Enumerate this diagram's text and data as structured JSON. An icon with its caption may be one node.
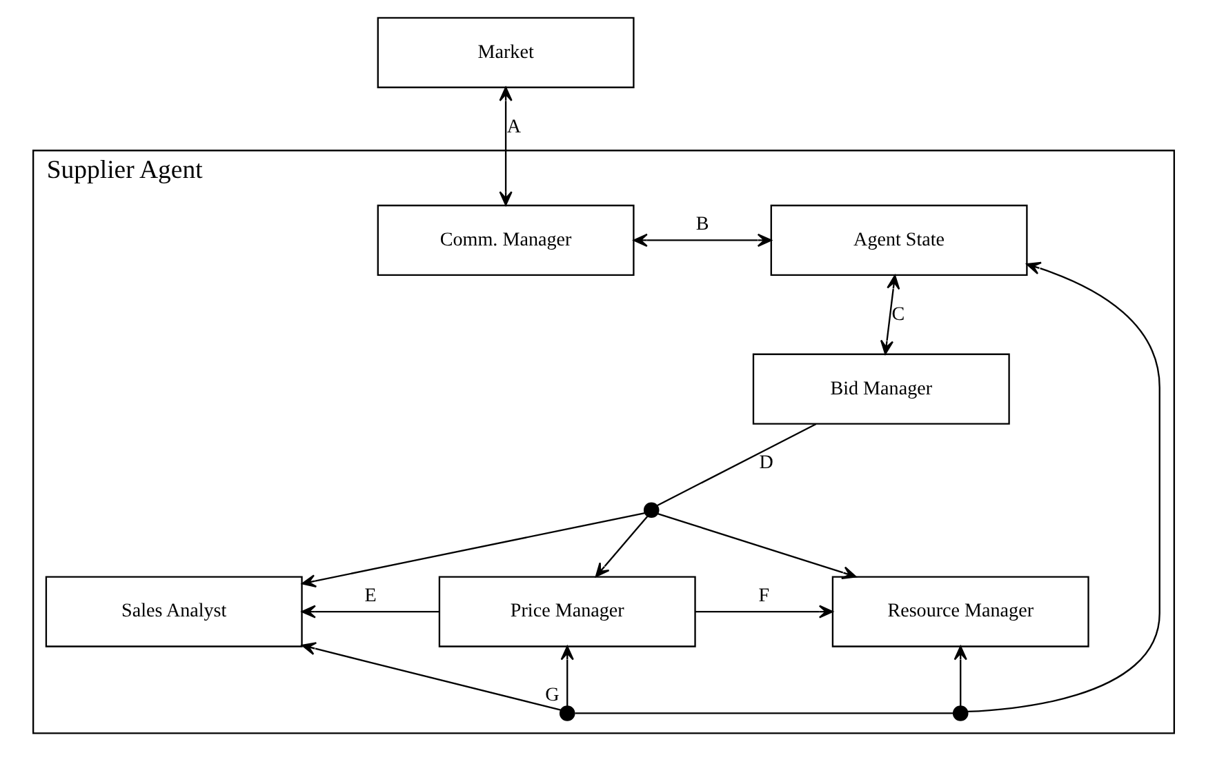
{
  "diagram": {
    "nodes": [
      {
        "text": [
          "Market"
        ]
      },
      {
        "text": [
          "Supplier Agent"
        ]
      },
      {
        "text": [
          "Comm. Manager"
        ],
        "in": 1
      },
      {
        "text": [
          "Agent State"
        ],
        "in": 1
      },
      {
        "text": [
          "Bid Manager"
        ],
        "in": 1
      },
      {
        "text": [
          "Sales Analyst"
        ],
        "in": 1
      },
      {
        "text": [
          "Price Manager"
        ],
        "in": 1
      },
      {
        "text": [
          "Resource Manager"
        ],
        "in": 1
      },
      {
        "text": [],
        "shape": "circle",
        "in": 1
      },
      {
        "text": [],
        "shape": "circle",
        "in": 1,
        "beside": [
          "G"
        ]
      },
      {
        "text": [],
        "shape": "circle",
        "in": 1
      }
    ],
    "edges": [
      {
        "from": 0,
        "to": 2,
        "arrow": "both",
        "label": "A"
      },
      {
        "from": 2,
        "to": 3,
        "arrow": "both",
        "label": "B"
      },
      {
        "from": 3,
        "to": 4,
        "arrow": "both",
        "label": "C"
      },
      {
        "from": 4,
        "to": 8,
        "arrow": "none",
        "label": "D"
      },
      {
        "from": 8,
        "to": 5,
        "arrow": "to"
      },
      {
        "from": 8,
        "to": 6,
        "arrow": "to"
      },
      {
        "from": 8,
        "to": 7,
        "arrow": "to"
      },
      {
        "from": 6,
        "to": 5,
        "arrow": "to",
        "label": "E"
      },
      {
        "from": 6,
        "to": 7,
        "arrow": "to",
        "label": "F"
      },
      {
        "from": 9,
        "to": 5,
        "arrow": "to"
      },
      {
        "from": 9,
        "to": 6,
        "arrow": "to"
      },
      {
        "from": 9,
        "to": 10,
        "arrow": "none"
      },
      {
        "from": 10,
        "to": 7,
        "arrow": "to"
      },
      {
        "from": 10,
        "to": 3,
        "arrow": "to"
      }
    ]
  }
}
